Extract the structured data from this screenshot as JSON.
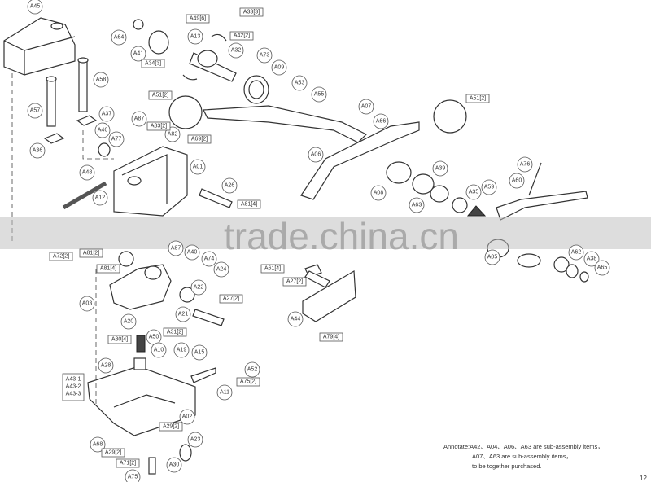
{
  "watermark": "trade.china.cn",
  "callouts": {
    "circles": [
      "A45",
      "A64",
      "A41",
      "A13",
      "A32",
      "A73",
      "A09",
      "A53",
      "A55",
      "A57",
      "A58",
      "A37",
      "A46",
      "A36",
      "A87",
      "A77",
      "A82",
      "A01",
      "A48",
      "A26",
      "A12",
      "A06",
      "A07",
      "A66",
      "A39",
      "A08",
      "A63",
      "A35",
      "A59",
      "A76",
      "A60",
      "A05",
      "A62",
      "A38",
      "A65",
      "A87",
      "A40",
      "A74",
      "A24",
      "A22",
      "A03",
      "A21",
      "A20",
      "A50",
      "A10",
      "A19",
      "A15",
      "A28",
      "A52",
      "A11",
      "A02",
      "A23",
      "A68",
      "A30",
      "A75",
      "A44"
    ],
    "boxes": [
      "A49[6]",
      "A33[3]",
      "A42[2]",
      "A34[3]",
      "A51[2]",
      "A83[2]",
      "A69[2]",
      "A81[4]",
      "A51[2]",
      "A72[2]",
      "A81[2]",
      "A81[4]",
      "A61[4]",
      "A27[2]",
      "A27[2]",
      "A31[2]",
      "A80[4]",
      "A79[4]",
      "A75[2]",
      "A29[2]",
      "A29[2]",
      "A71[2]"
    ],
    "group_box": [
      "A43-1",
      "A43-2",
      "A43-3"
    ]
  },
  "annotation": {
    "line1": "Annotate:A42、A04、A06、A63 are sub-assembly items，",
    "line2": "A07、A63 are sub-assembly items，",
    "line3": "to be together purchased."
  },
  "page_number": "12"
}
